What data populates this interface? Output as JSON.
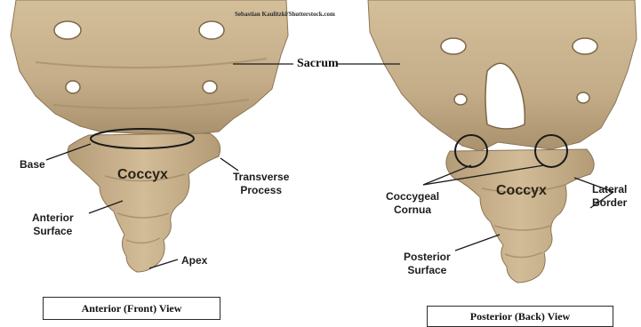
{
  "watermark": "Sebastian Kaulitzki/Shutterstock.com",
  "labels": {
    "sacrum": "Sacrum",
    "base": "Base",
    "coccyx_anterior": "Coccyx",
    "transverse_process": "Transverse\nProcess",
    "anterior_surface": "Anterior\nSurface",
    "apex": "Apex",
    "coccyx_posterior": "Coccyx",
    "coccygeal_cornua": "Coccygeal\nCornua",
    "lateral_border": "Lateral\nBorder",
    "posterior_surface": "Posterior\nSurface"
  },
  "views": {
    "anterior": "Anterior (Front) View",
    "posterior": "Posterior (Back) View"
  },
  "colors": {
    "bone": "#c8b28e",
    "bone_shadow": "#a68f6a",
    "bone_highlight": "#ddc9a6",
    "hole": "#ffffff"
  }
}
